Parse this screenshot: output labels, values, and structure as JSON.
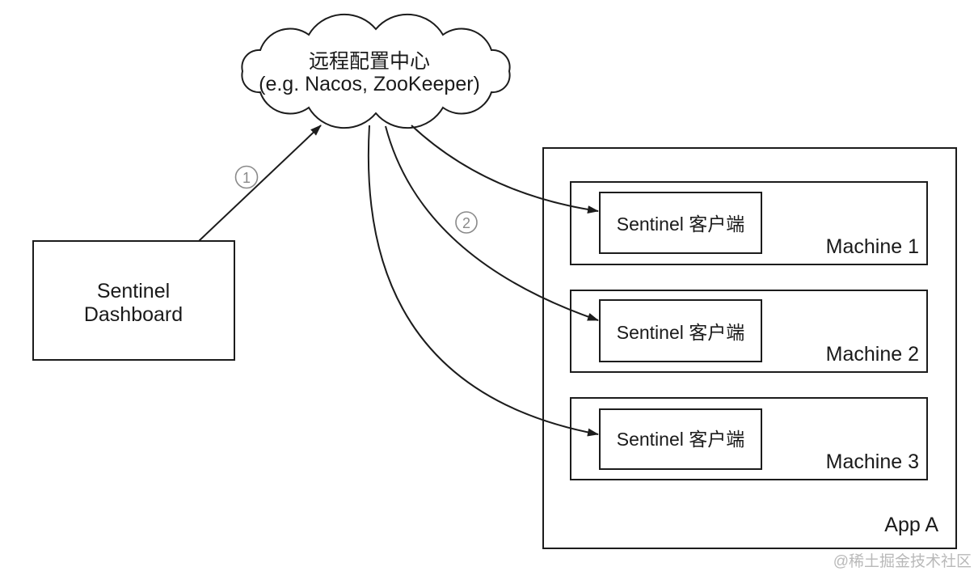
{
  "diagram": {
    "config_center": {
      "title": "远程配置中心",
      "subtitle": "(e.g. Nacos, ZooKeeper)"
    },
    "dashboard": {
      "title_line1": "Sentinel",
      "title_line2": "Dashboard"
    },
    "app": {
      "label": "App A",
      "machines": [
        {
          "client_label": "Sentinel 客户端",
          "machine_label": "Machine 1"
        },
        {
          "client_label": "Sentinel 客户端",
          "machine_label": "Machine 2"
        },
        {
          "client_label": "Sentinel 客户端",
          "machine_label": "Machine 3"
        }
      ]
    },
    "steps": {
      "step1": "1",
      "step2": "2"
    },
    "watermark": "@稀土掘金技术社区",
    "colors": {
      "line": "#1c1c1c",
      "step_label": "#8a8a8a",
      "watermark": "#b9b9b9",
      "background": "#ffffff"
    }
  }
}
